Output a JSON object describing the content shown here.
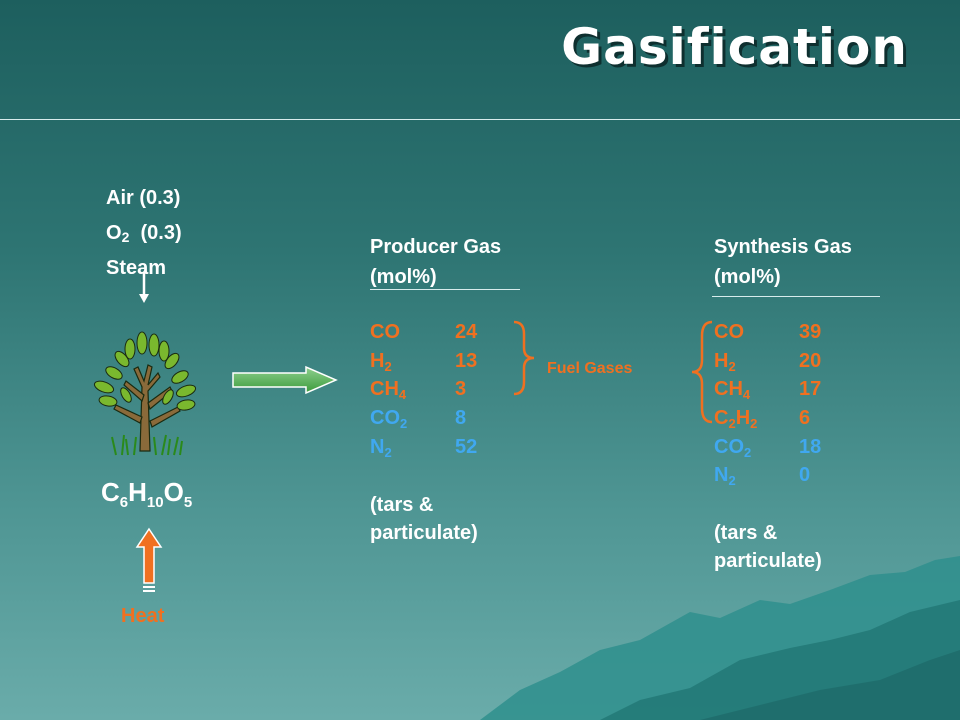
{
  "slide": {
    "title": "Gasification"
  },
  "inputs": {
    "air": "Air (0.3)",
    "oxygen_label": "O",
    "oxygen_sub": "2",
    "oxygen_value": "(0.3)",
    "steam": "Steam"
  },
  "biomass": {
    "formula": [
      {
        "text": "C",
        "sub": "6"
      },
      {
        "text": "H",
        "sub": "10"
      },
      {
        "text": "O",
        "sub": "5"
      }
    ],
    "heat_label": "Heat"
  },
  "producer_gas": {
    "title": "Producer Gas",
    "unit": "(mol%)",
    "rows": [
      {
        "name": "CO",
        "sub": "",
        "name2": "",
        "sub2": "",
        "value": "24",
        "fuel": true
      },
      {
        "name": "H",
        "sub": "2",
        "name2": "",
        "sub2": "",
        "value": "13",
        "fuel": true
      },
      {
        "name": "CH",
        "sub": "4",
        "name2": "",
        "sub2": "",
        "value": "3",
        "fuel": true
      },
      {
        "name": "CO",
        "sub": "2",
        "name2": "",
        "sub2": "",
        "value": "8",
        "fuel": false
      },
      {
        "name": "N",
        "sub": "2",
        "name2": "",
        "sub2": "",
        "value": "52",
        "fuel": false
      }
    ],
    "tail_1": "(tars &",
    "tail_2": "particulate)"
  },
  "fuel_gases_label": "Fuel Gases",
  "synthesis_gas": {
    "title": "Synthesis Gas",
    "unit": "(mol%)",
    "rows": [
      {
        "name": "CO",
        "sub": "",
        "name2": "",
        "sub2": "",
        "value": "39",
        "fuel": true
      },
      {
        "name": "H",
        "sub": "2",
        "name2": "",
        "sub2": "",
        "value": "20",
        "fuel": true
      },
      {
        "name": "CH",
        "sub": "4",
        "name2": "",
        "sub2": "",
        "value": "17",
        "fuel": true
      },
      {
        "name": "C",
        "sub": "2",
        "name2": "H",
        "sub2": "2",
        "value": "6",
        "fuel": true
      },
      {
        "name": "CO",
        "sub": "2",
        "name2": "",
        "sub2": "",
        "value": "18",
        "fuel": false
      },
      {
        "name": "N",
        "sub": "2",
        "name2": "",
        "sub2": "",
        "value": "0",
        "fuel": false
      }
    ],
    "tail_1": "(tars &",
    "tail_2": "particulate)"
  },
  "colors": {
    "fuel_gas": "#f07020",
    "inert_gas": "#40a8f0",
    "text": "#ffffff",
    "arrow_green": "#5cb85c",
    "arrow_orange": "#f07020",
    "mountain": "#2e8e8c"
  },
  "icons": [
    "tree-icon",
    "down-arrow-icon",
    "right-arrow-icon",
    "up-arrow-icon",
    "curly-brace-icon",
    "mountain-decoration"
  ]
}
